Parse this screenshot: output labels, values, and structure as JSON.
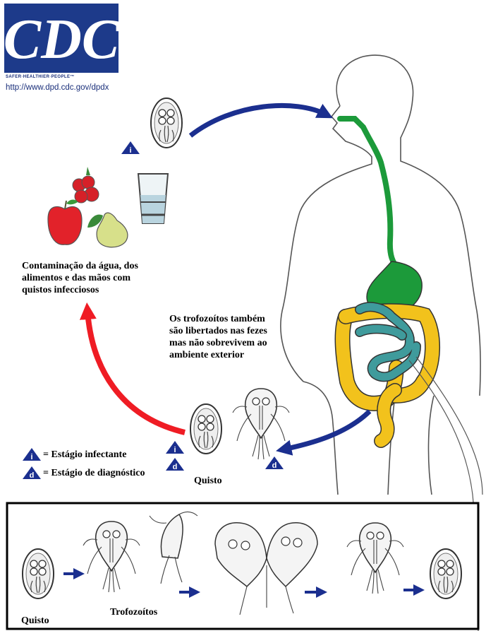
{
  "logo": {
    "text": "CDC",
    "tagline": "SAFER·HEALTHIER·PEOPLE™",
    "url": "http://www.dpd.cdc.gov/dpdx"
  },
  "colors": {
    "cdc_blue": "#1d3a8a",
    "arrow_blue": "#1b2f8f",
    "arrow_red": "#ef1c24",
    "gut_green": "#1c9a3a",
    "intestine_teal": "#3f9b9c",
    "colon_yellow": "#f2c21c"
  },
  "stage_markers": {
    "infective": "i",
    "diagnostic": "d"
  },
  "labels": {
    "contamination_line1": "Contaminação da água, dos",
    "contamination_line2": "alimentos e das mãos com",
    "contamination_line3": "quistos infecciosos",
    "trophozoites_line1": "Os trofozoítos também",
    "trophozoites_line2": "são libertados nas fezes",
    "trophozoites_line3": "mas não sobrevivem ao",
    "trophozoites_line4": "ambiente exterior",
    "cyst_label": "Quisto"
  },
  "legend": {
    "infective_stage": "= Estágio infectante",
    "diagnostic_stage": "= Estágio de diagnóstico"
  },
  "panel": {
    "cyst_label": "Quisto",
    "trophozoites_label": "Trofozoítos"
  }
}
